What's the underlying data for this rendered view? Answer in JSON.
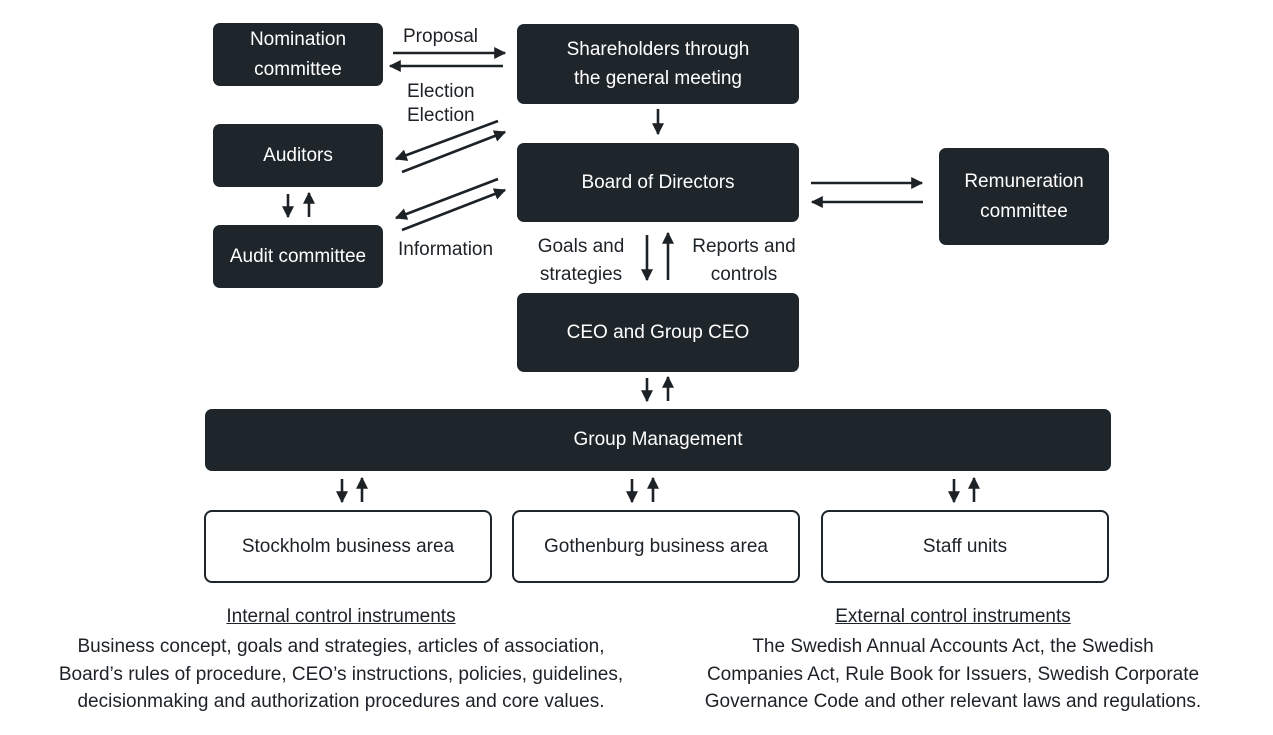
{
  "boxes": {
    "nomination": "Nomination\ncommittee",
    "shareholders": "Shareholders through\nthe general meeting",
    "auditors": "Auditors",
    "board": "Board of Directors",
    "remuneration": "Remuneration\ncommittee",
    "audit_committee": "Audit committee",
    "ceo": "CEO and Group CEO",
    "group_management": "Group Management",
    "stockholm": "Stockholm business area",
    "gothenburg": "Gothenburg business area",
    "staff": "Staff units"
  },
  "labels": {
    "proposal": "Proposal",
    "election1": "Election",
    "election2": "Election",
    "information": "Information",
    "goals": "Goals and\nstrategies",
    "reports": "Reports and\ncontrols"
  },
  "internal": {
    "title": "Internal control instruments",
    "body": "Business concept, goals and strategies, articles of association,\nBoard’s rules of procedure, CEO’s instructions, policies, guidelines,\ndecisionmaking and authorization procedures and core values."
  },
  "external": {
    "title": "External control instruments",
    "body": "The Swedish Annual Accounts Act, the Swedish\nCompanies Act, Rule Book for Issuers, Swedish Corporate\nGovernance Code and other relevant laws and regulations."
  }
}
